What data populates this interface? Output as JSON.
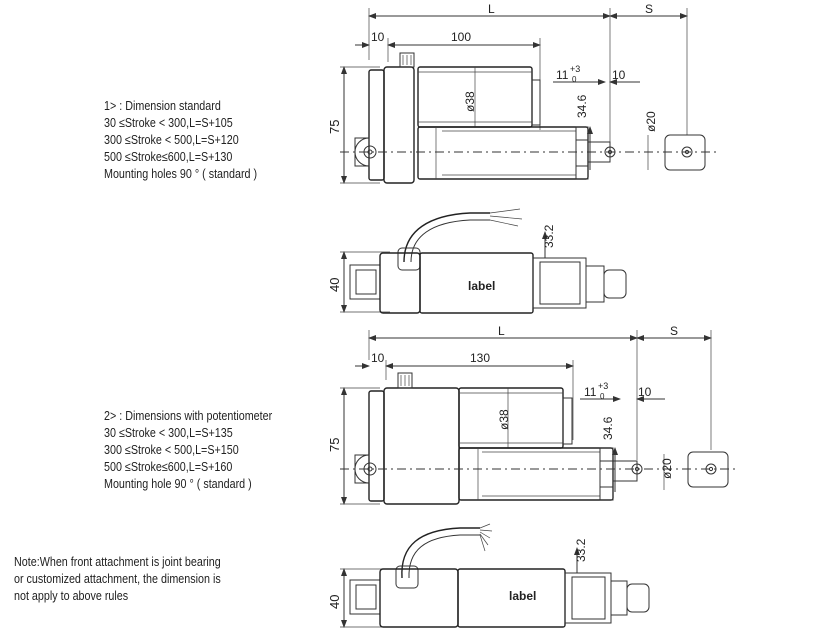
{
  "section1": {
    "lines": [
      "1> : Dimension standard",
      "30 ≤Stroke < 300,L=S+105",
      "300 ≤Stroke < 500,L=S+120",
      "500 ≤Stroke≤600,L=S+130",
      "Mounting holes 90 ° ( standard )"
    ]
  },
  "section2": {
    "lines": [
      "2> : Dimensions with potentiometer",
      "30 ≤Stroke < 300,L=S+135",
      "300 ≤Stroke < 500,L=S+150",
      "500 ≤Stroke≤600,L=S+160",
      "Mounting hole 90 ° ( standard )"
    ]
  },
  "note": {
    "lines": [
      "Note:When front attachment is joint bearing",
      "or customized attachment, the dimension is",
      "not apply to above rules"
    ]
  },
  "drawing1": {
    "dim_L": "L",
    "dim_S": "S",
    "dim_10": "10",
    "dim_body": "100",
    "tol_11": "11",
    "tol_plus": "+3",
    "tol_zero": "0",
    "dim_10b": "10",
    "dim_75": "75",
    "dim_d38": "ø38",
    "dim_34_6": "34.6",
    "dim_d20": "ø20"
  },
  "drawing2": {
    "dim_40": "40",
    "dim_33_2": "33.2",
    "label": "label"
  },
  "drawing3": {
    "dim_L": "L",
    "dim_S": "S",
    "dim_10": "10",
    "dim_body": "130",
    "tol_11": "11",
    "tol_plus": "+3",
    "tol_zero": "0",
    "dim_10b": "10",
    "dim_75": "75",
    "dim_d38": "ø38",
    "dim_34_6": "34.6",
    "dim_d20": "ø20"
  },
  "drawing4": {
    "dim_40": "40",
    "dim_33_2": "33.2",
    "label": "label"
  }
}
